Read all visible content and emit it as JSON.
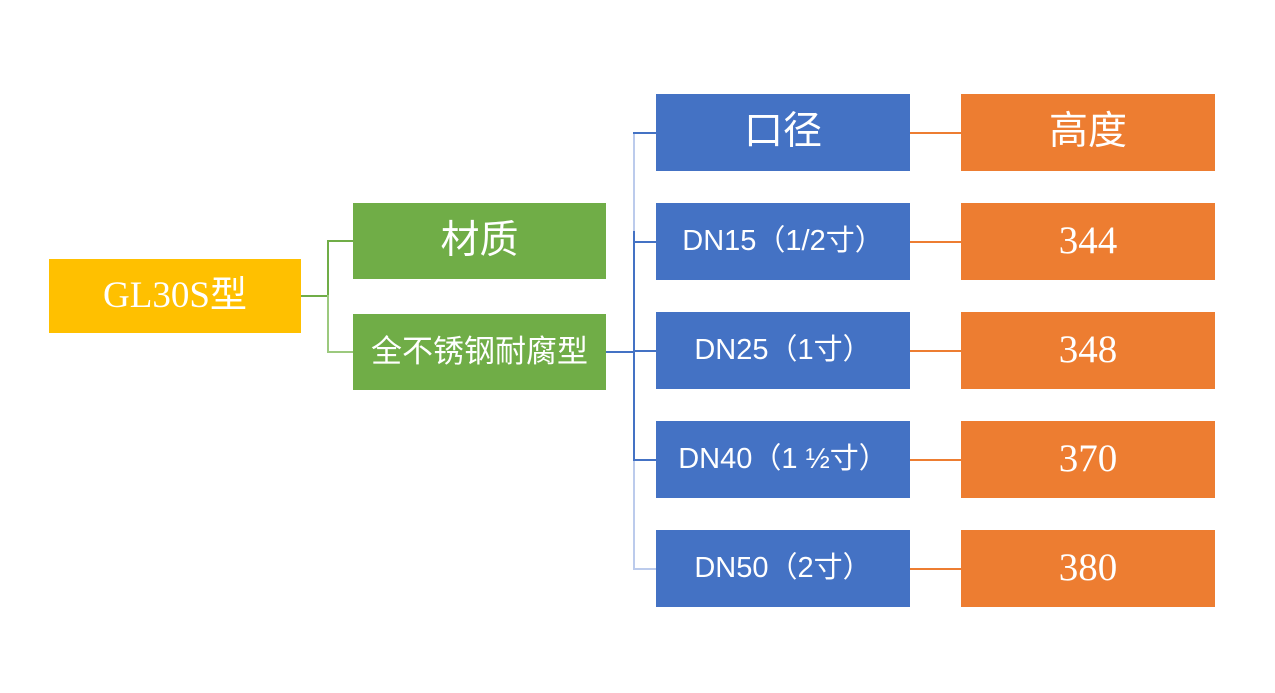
{
  "diagram": {
    "type": "tree-mindmap",
    "title_node": {
      "label": "GL30S型",
      "color": "#FFC000"
    },
    "branches": [
      {
        "label": "材质",
        "color": "#70AD47"
      },
      {
        "label": "全不锈钢耐腐型",
        "color": "#70AD47"
      }
    ],
    "table": {
      "headers": {
        "caliber": "口径",
        "height": "高度"
      },
      "colors": {
        "caliber": "#4472C4",
        "height": "#ED7D31"
      },
      "rows": [
        {
          "caliber": "DN15（1/2寸）",
          "height": "344"
        },
        {
          "caliber": "DN25（1寸）",
          "height": "348"
        },
        {
          "caliber": "DN40（1 ½寸）",
          "height": "370"
        },
        {
          "caliber": "DN50（2寸）",
          "height": "380"
        }
      ]
    }
  }
}
